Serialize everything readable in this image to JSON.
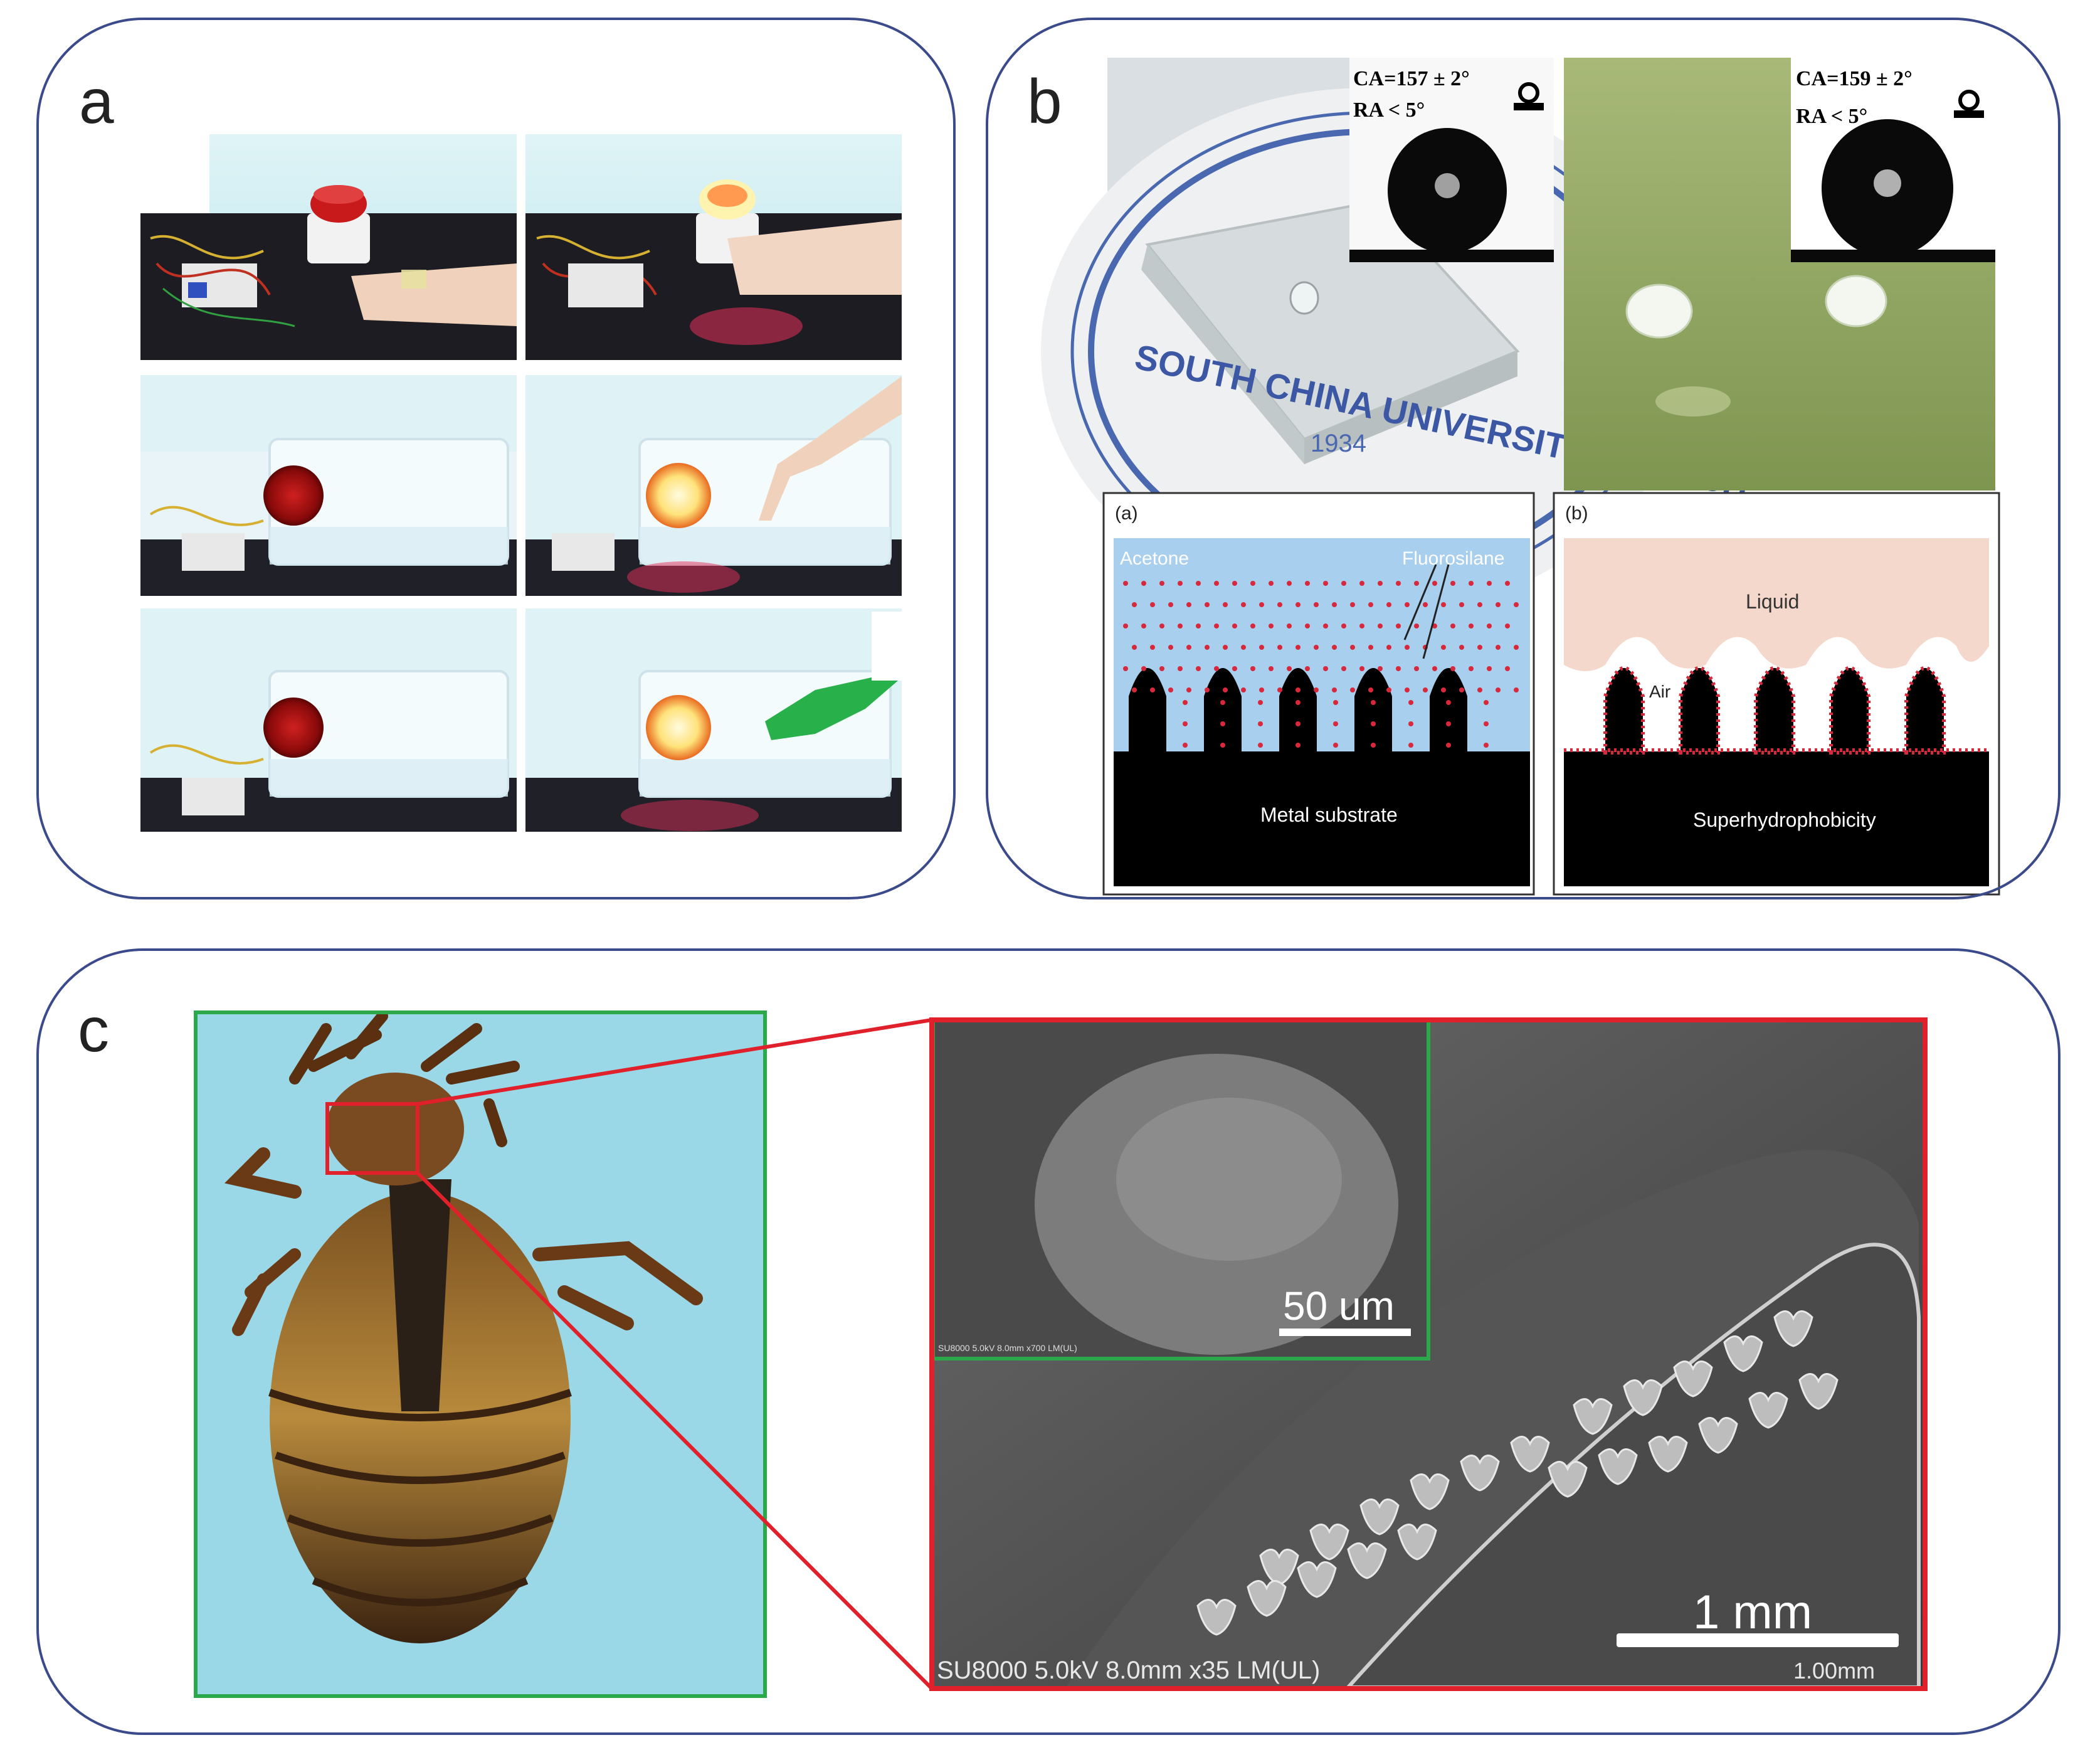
{
  "panels": {
    "a": {
      "letter": "a",
      "photos": [
        {
          "id": "a1",
          "state": "alarm off"
        },
        {
          "id": "a2",
          "state": "alarm on"
        },
        {
          "id": "a3",
          "state": "lamp off"
        },
        {
          "id": "a4",
          "state": "lamp on"
        },
        {
          "id": "a5",
          "state": "lamp off"
        },
        {
          "id": "a6",
          "state": "lamp on"
        }
      ]
    },
    "b": {
      "letter": "b",
      "left_photo": {
        "ca_text": "CA=157 ± 2°",
        "ra_text": "RA < 5°",
        "stamp_text": "SOUTH CHINA UNIVERSITY OF TECH",
        "year_text": "1934"
      },
      "right_photo": {
        "ca_text": "CA=159 ± 2°",
        "ra_text": "RA < 5°"
      },
      "diagram_a": {
        "label": "(a)",
        "acetone": "Acetone",
        "fluorosilane": "Fluorosilane",
        "substrate": "Metal substrate"
      },
      "diagram_b": {
        "label": "(b)",
        "liquid": "Liquid",
        "air": "Air",
        "substrate": "Superhydrophobicity"
      }
    },
    "c": {
      "letter": "c",
      "sem": {
        "inset_scale": "50 um",
        "inset_footer": "SU8000 5.0kV 8.0mm x700 LM(UL)",
        "scale_label": "1 mm",
        "footer_left": "SU8000 5.0kV 8.0mm x35 LM(UL)",
        "footer_right": "1.00mm"
      }
    }
  },
  "colors": {
    "panel_border": "#3b4a8a",
    "green_frame": "#2aa84a",
    "red_frame": "#e0202a",
    "acetone_blue": "#a8cfee",
    "liquid_pink": "#f5d8cc",
    "dot_red": "#d8283c"
  }
}
